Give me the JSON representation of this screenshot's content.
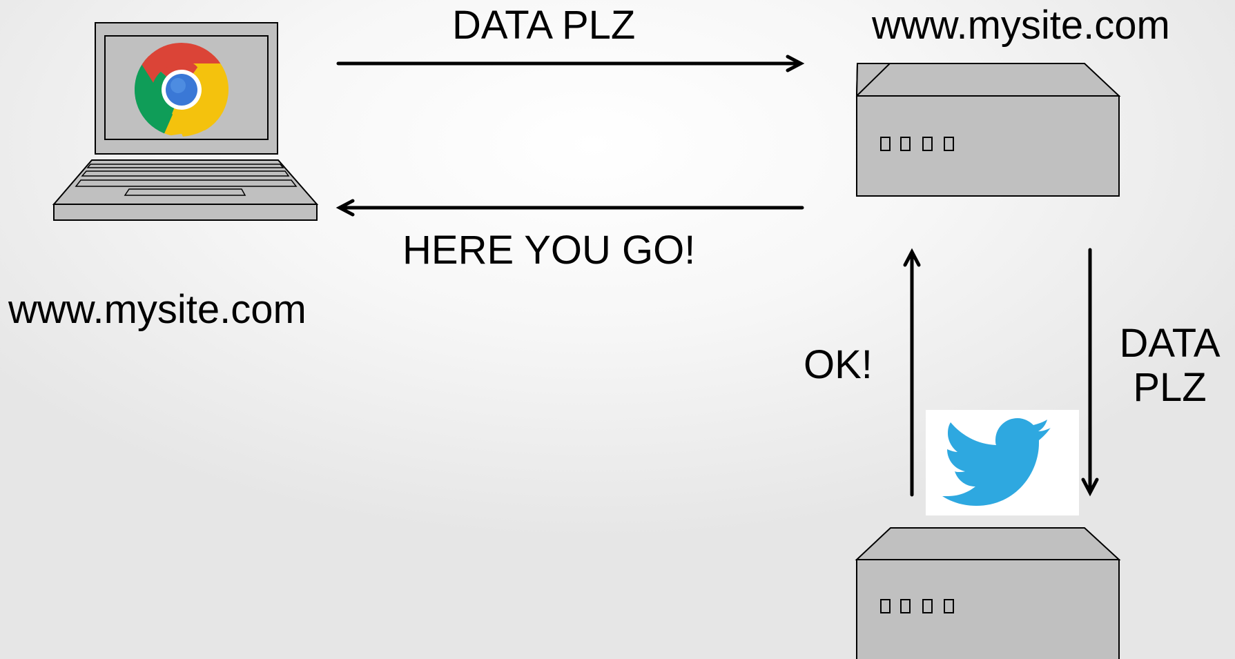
{
  "labels": {
    "request_top": "DATA PLZ",
    "response_top": "HERE YOU GO!",
    "server_domain": "www.mysite.com",
    "client_domain": "www.mysite.com",
    "ok_label": "OK!",
    "request_side_line1": "DATA",
    "request_side_line2": "PLZ"
  },
  "icons": {
    "browser": "chrome-icon",
    "service": "twitter-bird-icon"
  },
  "colors": {
    "device_fill": "#c0c0c0",
    "stroke": "#000000",
    "twitter_blue": "#2ea8e0",
    "chrome_red": "#db4437",
    "chrome_yellow": "#f4c20d",
    "chrome_green": "#0f9d58",
    "chrome_blue": "#4285f4"
  }
}
